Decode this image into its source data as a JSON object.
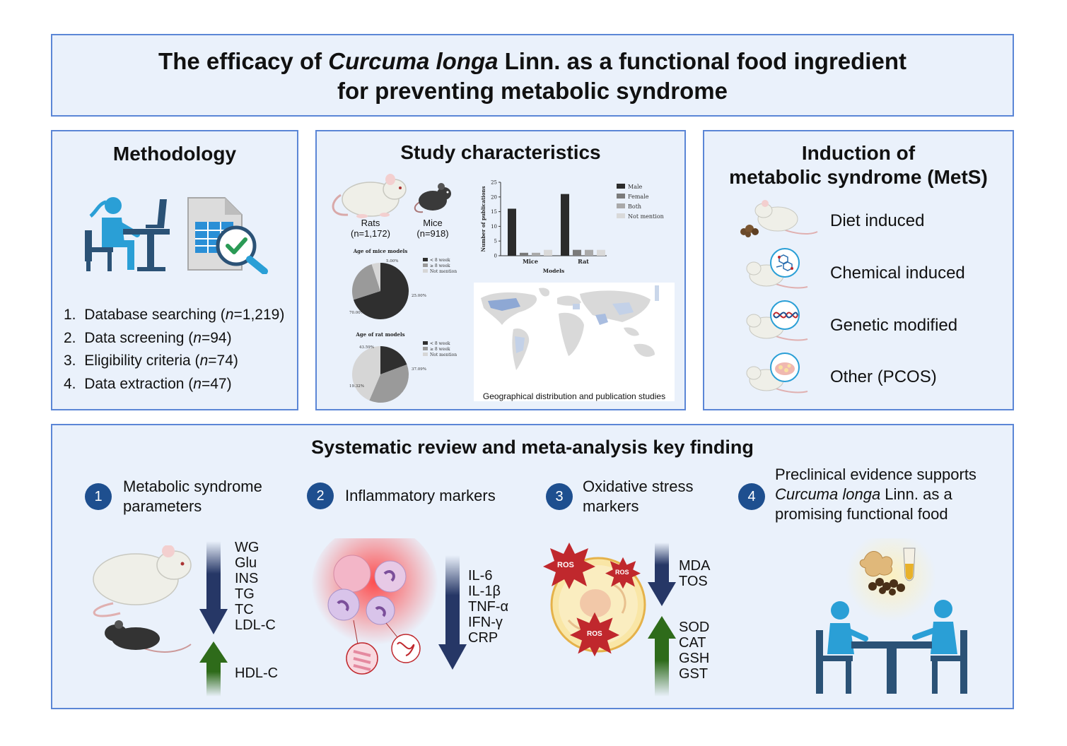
{
  "title": {
    "pre": "The efficacy of ",
    "italic": "Curcuma longa",
    "post": " Linn. as a functional food ingredient",
    "line2": "for preventing metabolic syndrome"
  },
  "methodology": {
    "heading": "Methodology",
    "steps": [
      {
        "num": "1.",
        "text": "Database searching (",
        "n": "n",
        "val": "=1,219)"
      },
      {
        "num": "2.",
        "text": "Data screening (",
        "n": "n",
        "val": "=94)"
      },
      {
        "num": "3.",
        "text": "Eligibility criteria (",
        "n": "n",
        "val": "=74)"
      },
      {
        "num": "4.",
        "text": "Data extraction (",
        "n": "n",
        "val": "=47)"
      }
    ]
  },
  "study": {
    "heading": "Study characteristics",
    "rats": {
      "label": "Rats",
      "count": "(n=1,172)"
    },
    "mice": {
      "label": "Mice",
      "count": "(n=918)"
    },
    "map_caption": "Geographical distribution and publication studies"
  },
  "chart_data": [
    {
      "type": "bar",
      "categories": [
        "Mice",
        "Rat"
      ],
      "xlabel": "Models",
      "ylabel": "Number of publications",
      "ylim": [
        0,
        25
      ],
      "yticks": [
        "0",
        "5",
        "10",
        "15",
        "20",
        "25"
      ],
      "legend_position": "right",
      "series": [
        {
          "name": "Male",
          "values": [
            16,
            21
          ],
          "color": "#2b2b2b"
        },
        {
          "name": "Female",
          "values": [
            1,
            2
          ],
          "color": "#7a7a7a"
        },
        {
          "name": "Both",
          "values": [
            1,
            2
          ],
          "color": "#a9a9a9"
        },
        {
          "name": "Not mention",
          "values": [
            2,
            2
          ],
          "color": "#d9d9d9"
        }
      ]
    },
    {
      "type": "pie",
      "title": "Age of mice models",
      "labels": [
        "< 8 week",
        "≥ 8 week",
        "Not mention"
      ],
      "values": [
        70,
        25,
        5
      ],
      "value_labels": [
        "70.00%",
        "25.00%",
        "5.00%"
      ],
      "colors": [
        "#2f2f2f",
        "#9a9a9a",
        "#d6d6d6"
      ]
    },
    {
      "type": "pie",
      "title": "Age of rat models",
      "labels": [
        "< 8 week",
        "≥ 8 week",
        "Not mention"
      ],
      "values": [
        19.32,
        37.09,
        43.59
      ],
      "value_labels": [
        "19.32%",
        "37.09%",
        "43.59%"
      ],
      "colors": [
        "#2f2f2f",
        "#9a9a9a",
        "#d6d6d6"
      ]
    }
  ],
  "induction": {
    "heading1": "Induction of",
    "heading2": "metabolic syndrome (MetS)",
    "items": [
      "Diet induced",
      "Chemical induced",
      "Genetic modified",
      "Other (PCOS)"
    ]
  },
  "findings": {
    "heading": "Systematic review and meta-analysis key finding",
    "f1": {
      "num": "1",
      "line1": "Metabolic syndrome",
      "line2": "parameters",
      "down": [
        "WG",
        "Glu",
        "INS",
        "TG",
        "TC",
        "LDL-C"
      ],
      "up": [
        "HDL-C"
      ]
    },
    "f2": {
      "num": "2",
      "line1": "Inflammatory markers",
      "down": [
        "IL-6",
        "IL-1β",
        "TNF-α",
        "IFN-γ",
        "CRP"
      ]
    },
    "f3": {
      "num": "3",
      "line1": "Oxidative stress",
      "line2": "markers",
      "down": [
        "MDA",
        "TOS"
      ],
      "up": [
        "SOD",
        "CAT",
        "GSH",
        "GST"
      ],
      "ros": "ROS"
    },
    "f4": {
      "num": "4",
      "line1": "Preclinical evidence supports",
      "line2_italic": "Curcuma longa",
      "line2_rest": " Linn. as a",
      "line3": "promising functional food"
    }
  },
  "colors": {
    "panel_bg": "#eaf1fb",
    "panel_border": "#5b86d6",
    "down_arrow": "#263766",
    "up_arrow": "#2e6b1a",
    "badge": "#1e4f8f",
    "person": "#2a9fd6",
    "ros": "#c0282d"
  }
}
